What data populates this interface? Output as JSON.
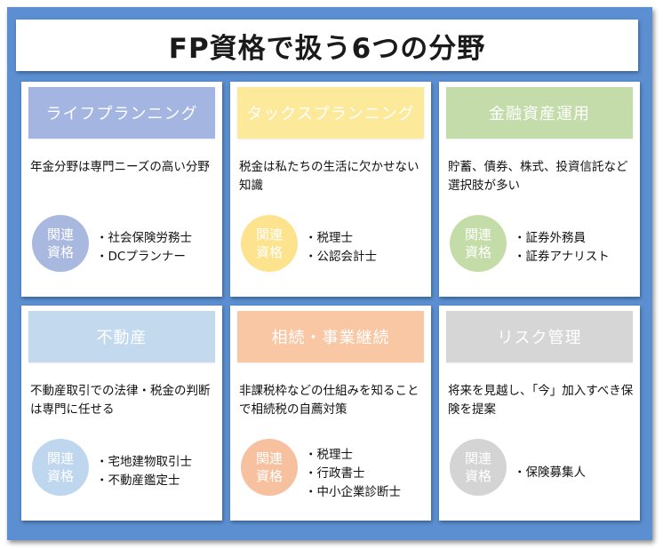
{
  "title": "FP資格で扱う6つの分野",
  "badge_label_1": "関連",
  "badge_label_2": "資格",
  "cards": [
    {
      "header": "ライフプランニング",
      "header_color": "#a3b5e0",
      "badge_color": "#a9b8df",
      "description": "年金分野は専門ニーズの高い分野",
      "qualifications": [
        "・社会保険労務士",
        "・DCプランナー"
      ]
    },
    {
      "header": "タックスプランニング",
      "header_color": "#fde99a",
      "badge_color": "#fde38e",
      "description": "税金は私たちの生活に欠かせない知識",
      "qualifications": [
        "・税理士",
        "・公認会計士"
      ]
    },
    {
      "header": "金融資産運用",
      "header_color": "#c3dcaa",
      "badge_color": "#c4dca8",
      "description": "貯蓄、債券、株式、投資信託など選択肢が多い",
      "qualifications": [
        "・証券外務員",
        "・証券アナリスト"
      ]
    },
    {
      "header": "不動産",
      "header_color": "#c2d9ee",
      "badge_color": "#bed6ee",
      "description": "不動産取引での法律・税金の判断は専門に任せる",
      "qualifications": [
        "・宅地建物取引士",
        "・不動産鑑定士"
      ]
    },
    {
      "header": "相続・事業継続",
      "header_color": "#f9c7a4",
      "badge_color": "#f7c19f",
      "description": "非課税枠などの仕組みを知ることで相続税の自薦対策",
      "qualifications": [
        "・税理士",
        "・行政書士",
        "・中小企業診断士"
      ]
    },
    {
      "header": "リスク管理",
      "header_color": "#d6d6d6",
      "badge_color": "#d4d4d4",
      "description": "将来を見越し、「今」加入すべき保険を提案",
      "qualifications": [
        "・保険募集人"
      ]
    }
  ]
}
